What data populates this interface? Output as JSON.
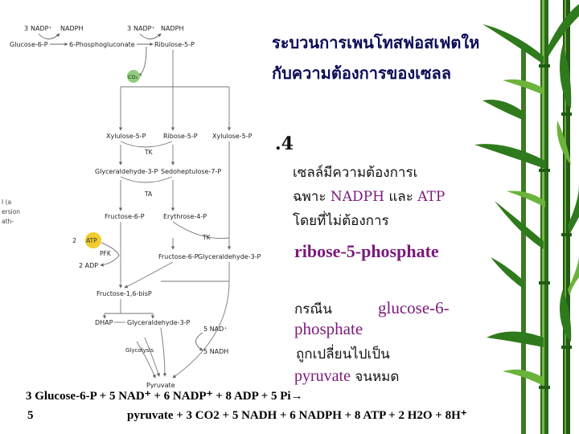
{
  "diagram": {
    "nadp_label": "NADP⁺",
    "nadph_label": "NADPH",
    "nadp_count": "3",
    "co2": "CO₂",
    "glucose6p": "Glucose-6-P",
    "phosphogluconate": "6-Phosphogluconate",
    "ribulose5p": "Ribulose-5-P",
    "xylulose5p_a": "Xylulose-5-P",
    "ribose5p": "Ribose-5-P",
    "xylulose5p_b": "Xylulose-5-P",
    "tk1": "TK",
    "glyceraldehyde3p_a": "Glyceraldehyde-3-P",
    "sedoheptulose7p": "Sedoheptulose-7-P",
    "ta": "TA",
    "fructose6p_a": "Fructose-6-P",
    "erythrose4p": "Erythrose-4-P",
    "tk2": "TK",
    "atp_count": "2",
    "atp": "ATP",
    "pfk": "PFK",
    "adp": "2 ADP",
    "fructose6p_b": "Fructose-6-P",
    "glyceraldehyde3p_b": "Glyceraldehyde-3-P",
    "fructose16bp": "Fructose-1,6-bisP",
    "dhap": "DHAP",
    "glyceraldehyde3p_c": "Glyceraldehyde-3-P",
    "nad": "5 NAD⁺",
    "nadh": "5 NADH",
    "glycolysis": "Glycolysis",
    "pyruvate": "Pyruvate",
    "margin_text": "I (a\nersion\nath-"
  },
  "text": {
    "title_line1": "ระบวนการเพนโทสฟอสเฟตให",
    "title_line2": "กับความต้องการของเซลล",
    "section_number": ".4",
    "line1": "เซลล์มีความต้องการเ",
    "line2_prefix": "ฉพาะ ",
    "nadph": "NADPH",
    "and": " และ ",
    "atp": "ATP",
    "line3": "โดยที่ไม่ต้องการ",
    "ribose": "ribose-5-phosphate",
    "case_word": "กรณีน",
    "g6p": "glucose-6-",
    "phosphate": "phosphate",
    "converted": "ถูกเปลี่ยนไปเป็น",
    "pyruvate": "pyruvate",
    "until_done": " จนหมด"
  },
  "equation": {
    "line1": "3 Glucose-6-P + 5 NAD⁺ + 6 NADP⁺ + 8 ADP + 5 Pi→",
    "line2_prefix": "5",
    "line2": "pyruvate + 3 CO2 + 5 NADH + 6 NADPH +  8 ATP + 2 H2O + 8H⁺"
  },
  "colors": {
    "title": "#0b0b55",
    "highlight": "#7a1a7a",
    "atp_circle": "#e6b800",
    "co2_circle": "#5aa65a",
    "bamboo_dark": "#1f5c12",
    "bamboo_light": "#6bb33a"
  }
}
